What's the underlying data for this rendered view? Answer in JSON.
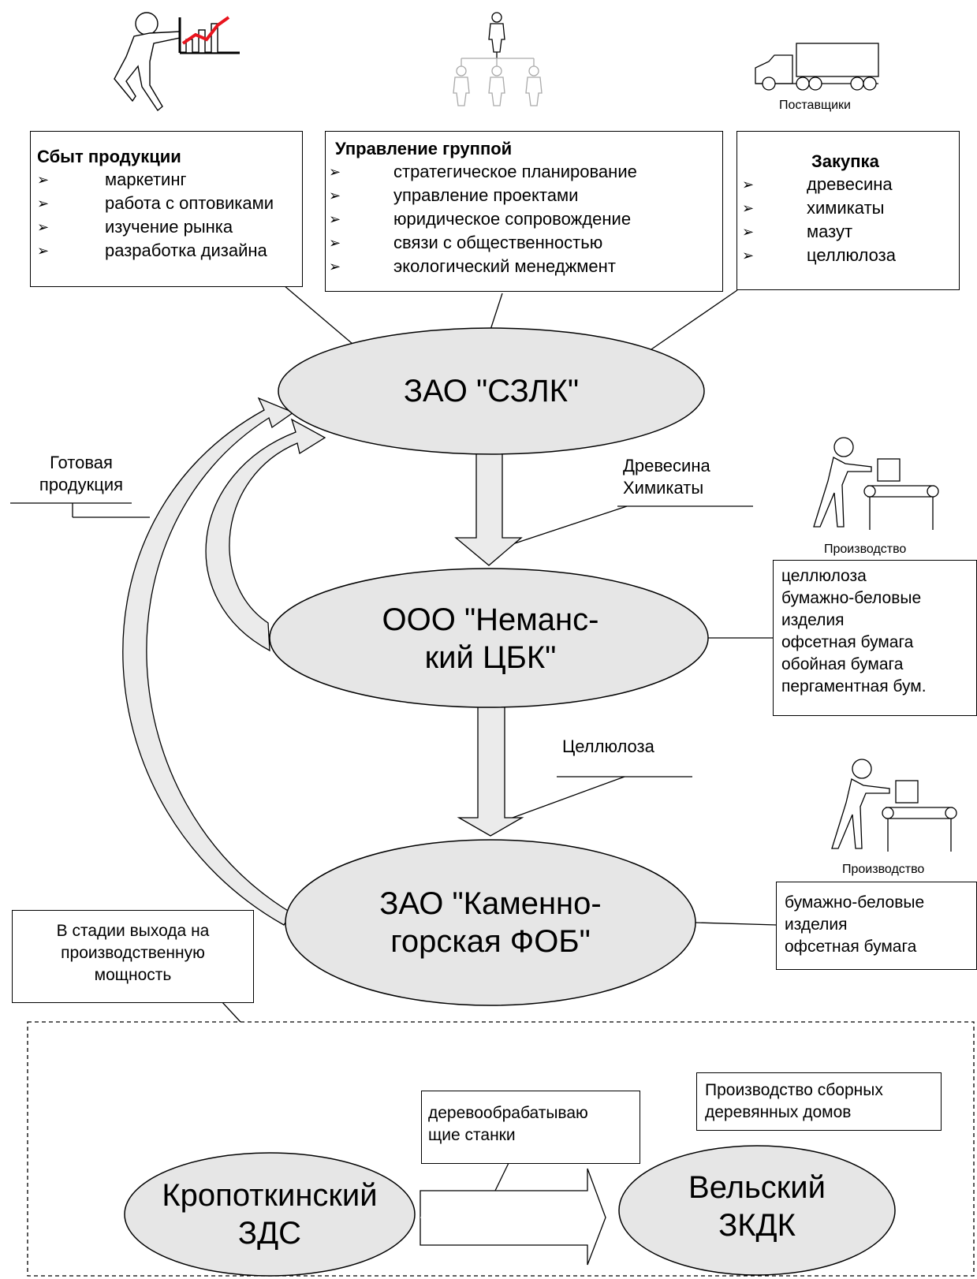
{
  "top": {
    "suppliers_caption": "Поставщики"
  },
  "sales": {
    "title": "Сбыт продукции",
    "items": [
      "маркетинг",
      "работа с оптовиками",
      "изучение рынка",
      "разработка дизайна"
    ]
  },
  "management": {
    "title": "Управление группой",
    "items": [
      "стратегическое планирование",
      "управление проектами",
      "юридическое сопровождение",
      "связи с общественностью",
      "экологический менеджмент"
    ]
  },
  "purchasing": {
    "title": "Закупка",
    "items": [
      "древесина",
      "химикаты",
      "мазут",
      "целлюлоза"
    ]
  },
  "nodes": {
    "szlk": "ЗАО \"СЗЛК\"",
    "neman_line1": "ООО \"Неманс-",
    "neman_line2": "кий ЦБК\"",
    "kamen_line1": "ЗАО \"Каменно-",
    "kamen_line2": "горская ФОБ\"",
    "kropot_line1": "Кропоткинский",
    "kropot_line2": "ЗДС",
    "vel_line1": "Вельский",
    "vel_line2": "ЗКДК"
  },
  "labels": {
    "finished_line1": "Готовая",
    "finished_line2": "продукция",
    "wood_line1": "Древесина",
    "wood_line2": "Химикаты",
    "cellulose": "Целлюлоза",
    "production1": "Производство",
    "production2": "Производство"
  },
  "neman_products": [
    "целлюлоза",
    "бумажно-беловые",
    "изделия",
    "офсетная бумага",
    "обойная бумага",
    "пергаментная бум."
  ],
  "kamen_products": [
    "бумажно-беловые",
    "изделия",
    "офсетная бумага"
  ],
  "startup_note": {
    "line1": "В стадии выхода на",
    "line2": "производственную",
    "line3": "мощность"
  },
  "woodworking": {
    "line1": "деревообрабатываю",
    "line2": "щие станки"
  },
  "houses": {
    "line1": "Производство сборных",
    "line2": "деревянных домов"
  },
  "colors": {
    "ellipse_fill": "#e6e6e6",
    "arrow_fill": "#ebebeb",
    "stroke": "#000000",
    "faded_icon": "#aaaaaa",
    "chart_red": "#e8141e"
  }
}
